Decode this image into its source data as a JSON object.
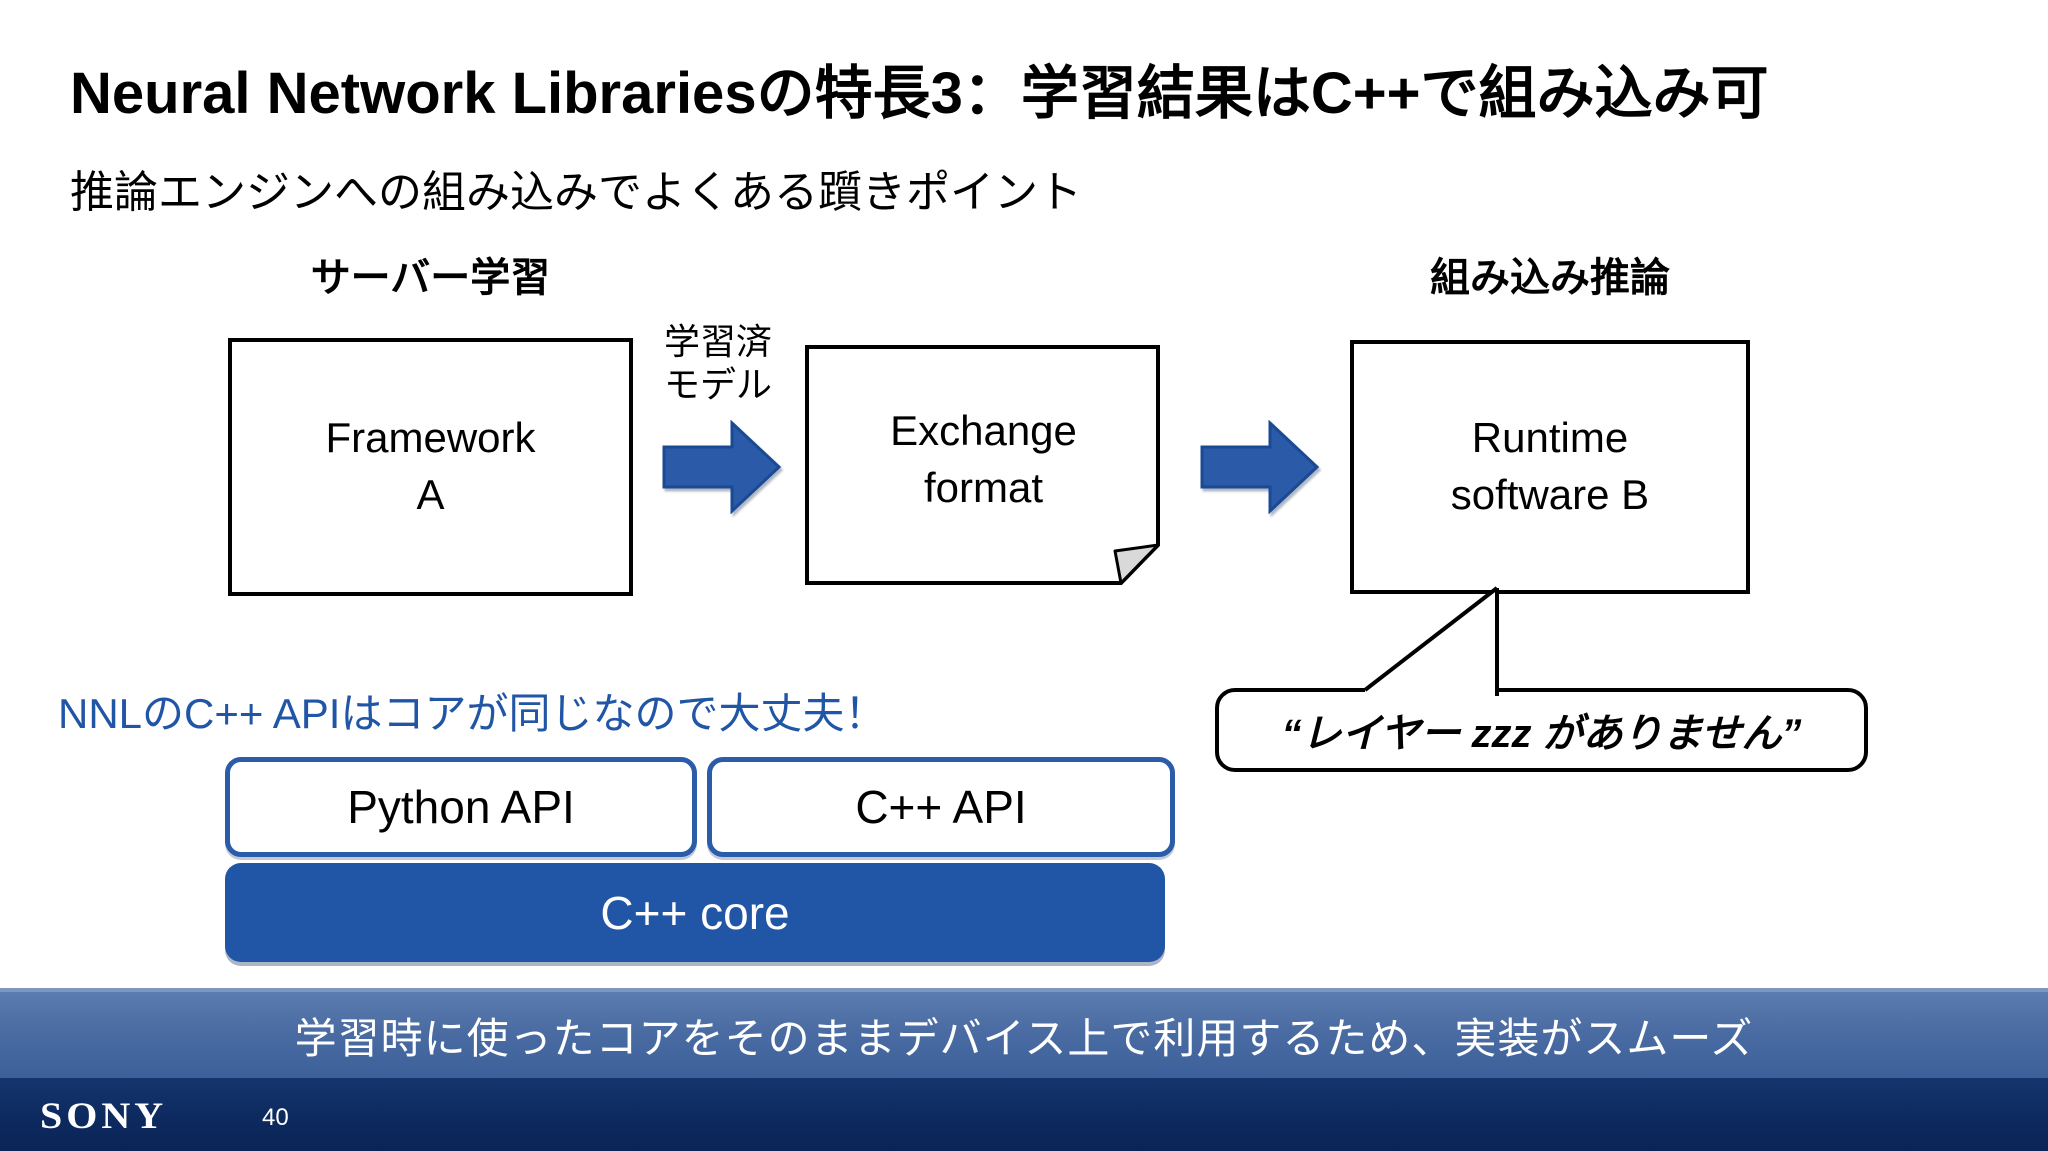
{
  "slide": {
    "title": "Neural Network Librariesの特長3：学習結果はC++で組み込み可",
    "subtitle": "推論エンジンへの組み込みでよくある躓きポイント"
  },
  "diagram": {
    "server_label": "サーバー学習",
    "embedded_label": "組み込み推論",
    "framework_box": "Framework\nA",
    "trained_model_label": "学習済\nモデル",
    "exchange_box": "Exchange\nformat",
    "runtime_box": "Runtime\nsoftware B",
    "error_bubble": "“レイヤー zzz がありません”"
  },
  "nnl": {
    "note": "NNLのC++ APIはコアが同じなので大丈夫！",
    "python_api": "Python API",
    "cpp_api": "C++ API",
    "cpp_core": "C++ core"
  },
  "banner": {
    "text": "学習時に使ったコアをそのままデバイス上で利用するため、実装がスムーズ"
  },
  "footer": {
    "logo": "SONY",
    "page_number": "40"
  },
  "colors": {
    "accent_blue": "#2155a5",
    "arrow_blue": "#2a5aa8",
    "arrow_edge_blue": "#1b4a94",
    "banner_blue": "#4a6ca3",
    "footer_navy": "#0d2a5f",
    "fold_gray": "#d9d9d9"
  }
}
